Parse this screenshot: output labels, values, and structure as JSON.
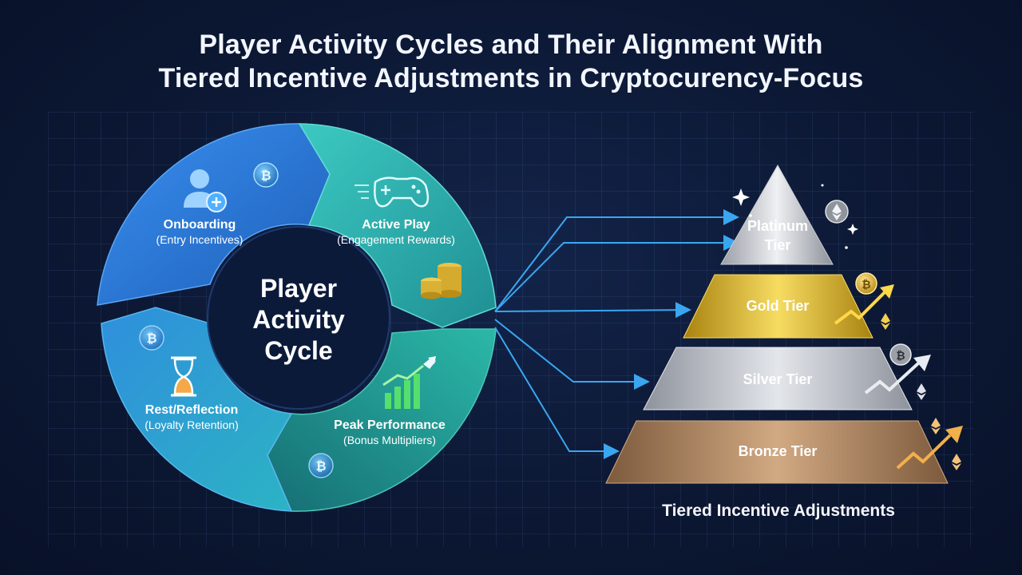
{
  "title": {
    "line1": "Player Activity Cycles and Their Alignment With",
    "line2": "Tiered Incentive Adjustments in Cryptocurency-Focus"
  },
  "cycle": {
    "center_line1": "Player",
    "center_line2": "Activity",
    "center_line3": "Cycle",
    "segments": [
      {
        "name": "Onboarding",
        "sub": "(Entry Incentives)",
        "icon": "user-plus-icon",
        "color": "#2f7fd9"
      },
      {
        "name": "Active Play",
        "sub": "(Engagement Rewards)",
        "icon": "gamepad-icon",
        "color": "#2ab3b0"
      },
      {
        "name": "Peak Performance",
        "sub": "(Bonus Multipliers)",
        "icon": "growth-chart-rocket-icon",
        "color": "#1f9c90"
      },
      {
        "name": "Rest/Reflection",
        "sub": "(Loyalty Retention)",
        "icon": "hourglass-icon",
        "color": "#2a8fd6"
      }
    ]
  },
  "pyramid": {
    "tiers": [
      {
        "line1": "Platinum",
        "line2": "Tier",
        "color_light": "#e4e6ea",
        "color_dark": "#8d9098"
      },
      {
        "line1": "Gold Tier",
        "line2": "",
        "color_light": "#f4d65a",
        "color_dark": "#b08a16"
      },
      {
        "line1": "Silver Tier",
        "line2": "",
        "color_light": "#d9dce2",
        "color_dark": "#9498a1"
      },
      {
        "line1": "Bronze Tier",
        "line2": "",
        "color_light": "#c9a07c",
        "color_dark": "#8a6446"
      }
    ],
    "caption": "Tiered Incentive Adjustments"
  },
  "decor": {
    "coin_icon": "bitcoin-coin-icon",
    "eth_icon": "ethereum-icon",
    "stack_icon": "coin-stack-icon",
    "arrow_color": "#3aa6f0"
  }
}
